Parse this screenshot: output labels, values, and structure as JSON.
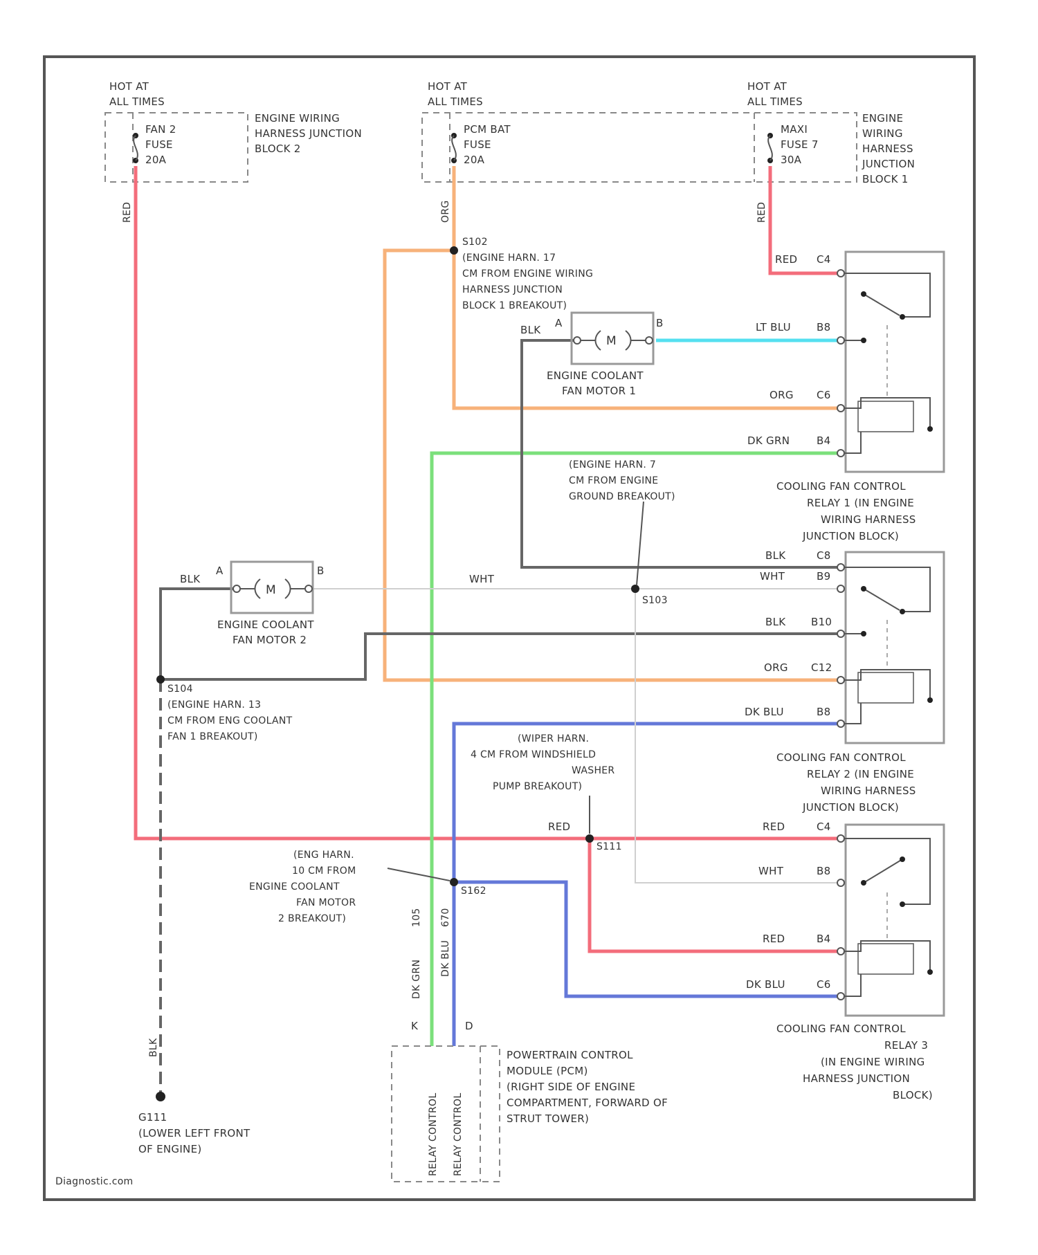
{
  "colors": {
    "red": "#f36d7b",
    "orange": "#f7b27a",
    "light_blue": "#55e0f0",
    "dark_green": "#7be07b",
    "dark_blue": "#6478d8",
    "black": "#666666",
    "white": "#cfcfcf"
  },
  "hot_labels": {
    "left": [
      "HOT AT",
      "ALL TIMES"
    ],
    "center": [
      "HOT AT",
      "ALL TIMES"
    ],
    "right": [
      "HOT AT",
      "ALL TIMES"
    ]
  },
  "fuses": {
    "fan2": [
      "FAN 2",
      "FUSE",
      "20A"
    ],
    "pcmbat": [
      "PCM BAT",
      "FUSE",
      "20A"
    ],
    "maxi": [
      "MAXI",
      "FUSE 7",
      "30A"
    ]
  },
  "blocks": {
    "junction2": [
      "ENGINE WIRING",
      "HARNESS JUNCTION",
      "BLOCK 2"
    ],
    "junction1": [
      "ENGINE",
      "WIRING",
      "HARNESS",
      "JUNCTION",
      "BLOCK 1"
    ]
  },
  "wire_labels": {
    "red_left": "RED",
    "org_top": "ORG",
    "red_right": "RED",
    "red_c4": "RED",
    "c4": "C4",
    "lt_blu": "LT BLU",
    "b8_top": "B8",
    "org_c6": "ORG",
    "c6": "C6",
    "dk_grn": "DK GRN",
    "b4_top": "B4",
    "blk_m1": "BLK",
    "a_m1": "A",
    "b_m1": "B",
    "blk_m2": "BLK",
    "a_m2": "A",
    "b_m2": "B",
    "wht_mid": "WHT",
    "blk_c8": "BLK",
    "c8": "C8",
    "wht_b9": "WHT",
    "b9": "B9",
    "blk_b10": "BLK",
    "b10": "B10",
    "org_c12": "ORG",
    "c12": "C12",
    "dk_blu_b8": "DK BLU",
    "b8_mid": "B8",
    "red_s111": "RED",
    "red_c4b": "RED",
    "c4b": "C4",
    "wht_b8": "WHT",
    "b8_bot": "B8",
    "red_b4": "RED",
    "b4_bot": "B4",
    "dk_blu_c6": "DK BLU",
    "c6_bot": "C6",
    "dk_grn_v": "DK GRN",
    "num_105": "105",
    "dk_blu_v": "DK BLU",
    "num_670": "670",
    "pin_k": "K",
    "pin_d": "D",
    "blk_ground": "BLK"
  },
  "motors": {
    "m": "M",
    "motor1": [
      "ENGINE COOLANT",
      "FAN MOTOR 1"
    ],
    "motor2": [
      "ENGINE COOLANT",
      "FAN MOTOR 2"
    ]
  },
  "splices": {
    "s102": [
      "S102",
      "(ENGINE HARN. 17",
      "CM FROM ENGINE WIRING",
      "HARNESS JUNCTION",
      "BLOCK 1 BREAKOUT)"
    ],
    "s103_note": [
      "(ENGINE HARN. 7",
      "CM FROM ENGINE",
      "GROUND BREAKOUT)"
    ],
    "s103": "S103",
    "s104": [
      "S104",
      "(ENGINE HARN. 13",
      "CM FROM ENG COOLANT",
      "FAN 1 BREAKOUT)"
    ],
    "s111_note": [
      "(WIPER HARN.",
      "4 CM FROM WINDSHIELD",
      "WASHER",
      "PUMP BREAKOUT)"
    ],
    "s111": "S111",
    "s162_note": [
      "(ENG HARN.",
      "10 CM FROM",
      "ENGINE COOLANT",
      "FAN MOTOR",
      "2 BREAKOUT)"
    ],
    "s162": "S162"
  },
  "relays": {
    "relay1": [
      "COOLING FAN CONTROL",
      "RELAY 1 (IN ENGINE",
      "WIRING HARNESS",
      "JUNCTION BLOCK)"
    ],
    "relay2": [
      "COOLING FAN CONTROL",
      "RELAY 2 (IN ENGINE",
      "WIRING HARNESS",
      "JUNCTION BLOCK)"
    ],
    "relay3": [
      "COOLING FAN CONTROL",
      "RELAY 3",
      "(IN ENGINE WIRING",
      "HARNESS JUNCTION",
      "BLOCK)"
    ]
  },
  "pcm": {
    "label": [
      "POWERTRAIN CONTROL",
      "MODULE (PCM)",
      "(RIGHT SIDE OF ENGINE",
      "COMPARTMENT, FORWARD OF",
      "STRUT TOWER)"
    ],
    "pin1": "RELAY CONTROL",
    "pin2": "RELAY CONTROL"
  },
  "ground": [
    "G111",
    "(LOWER LEFT FRONT",
    "OF ENGINE)"
  ],
  "watermark": "Diagnostic.com"
}
